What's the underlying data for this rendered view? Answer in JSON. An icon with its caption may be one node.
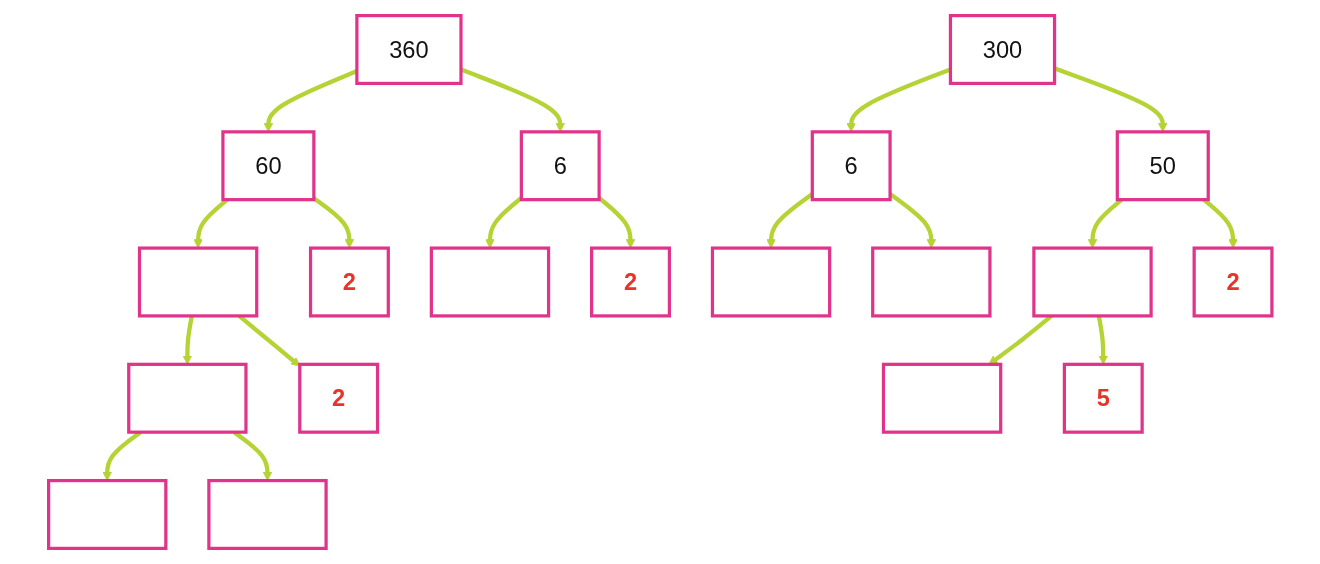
{
  "diagram": {
    "nodes": [
      {
        "text": [
          "360"
        ]
      },
      {
        "text": [
          "60"
        ]
      },
      {
        "text": [
          "6"
        ]
      },
      {
        "text": [],
        "shape": "box"
      },
      {
        "text": [
          "2"
        ]
      },
      {
        "text": [],
        "shape": "box"
      },
      {
        "text": [
          "2"
        ]
      },
      {
        "text": [],
        "shape": "box"
      },
      {
        "text": [
          "2"
        ]
      },
      {
        "text": [],
        "shape": "box"
      },
      {
        "text": [],
        "shape": "box"
      },
      {
        "text": [
          "300"
        ]
      },
      {
        "text": [
          "6"
        ]
      },
      {
        "text": [
          "50"
        ]
      },
      {
        "text": [],
        "shape": "box"
      },
      {
        "text": [],
        "shape": "box"
      },
      {
        "text": [],
        "shape": "box"
      },
      {
        "text": [
          "2"
        ]
      },
      {
        "text": [],
        "shape": "box"
      },
      {
        "text": [
          "5"
        ]
      }
    ],
    "edges": [
      {
        "from": 0,
        "to": 1,
        "arrow": "to"
      },
      {
        "from": 0,
        "to": 2,
        "arrow": "to"
      },
      {
        "from": 1,
        "to": 3,
        "arrow": "to"
      },
      {
        "from": 1,
        "to": 4,
        "arrow": "to"
      },
      {
        "from": 2,
        "to": 5,
        "arrow": "to"
      },
      {
        "from": 2,
        "to": 6,
        "arrow": "to"
      },
      {
        "from": 3,
        "to": 7,
        "arrow": "to"
      },
      {
        "from": 3,
        "to": 8,
        "arrow": "to"
      },
      {
        "from": 7,
        "to": 9,
        "arrow": "to"
      },
      {
        "from": 7,
        "to": 10,
        "arrow": "to"
      },
      {
        "from": 11,
        "to": 12,
        "arrow": "to"
      },
      {
        "from": 11,
        "to": 13,
        "arrow": "to"
      },
      {
        "from": 12,
        "to": 14,
        "arrow": "to"
      },
      {
        "from": 12,
        "to": 15,
        "arrow": "to"
      },
      {
        "from": 13,
        "to": 16,
        "arrow": "to"
      },
      {
        "from": 13,
        "to": 17,
        "arrow": "to"
      },
      {
        "from": 16,
        "to": 18,
        "arrow": "to"
      },
      {
        "from": 16,
        "to": 19,
        "arrow": "to"
      }
    ]
  }
}
